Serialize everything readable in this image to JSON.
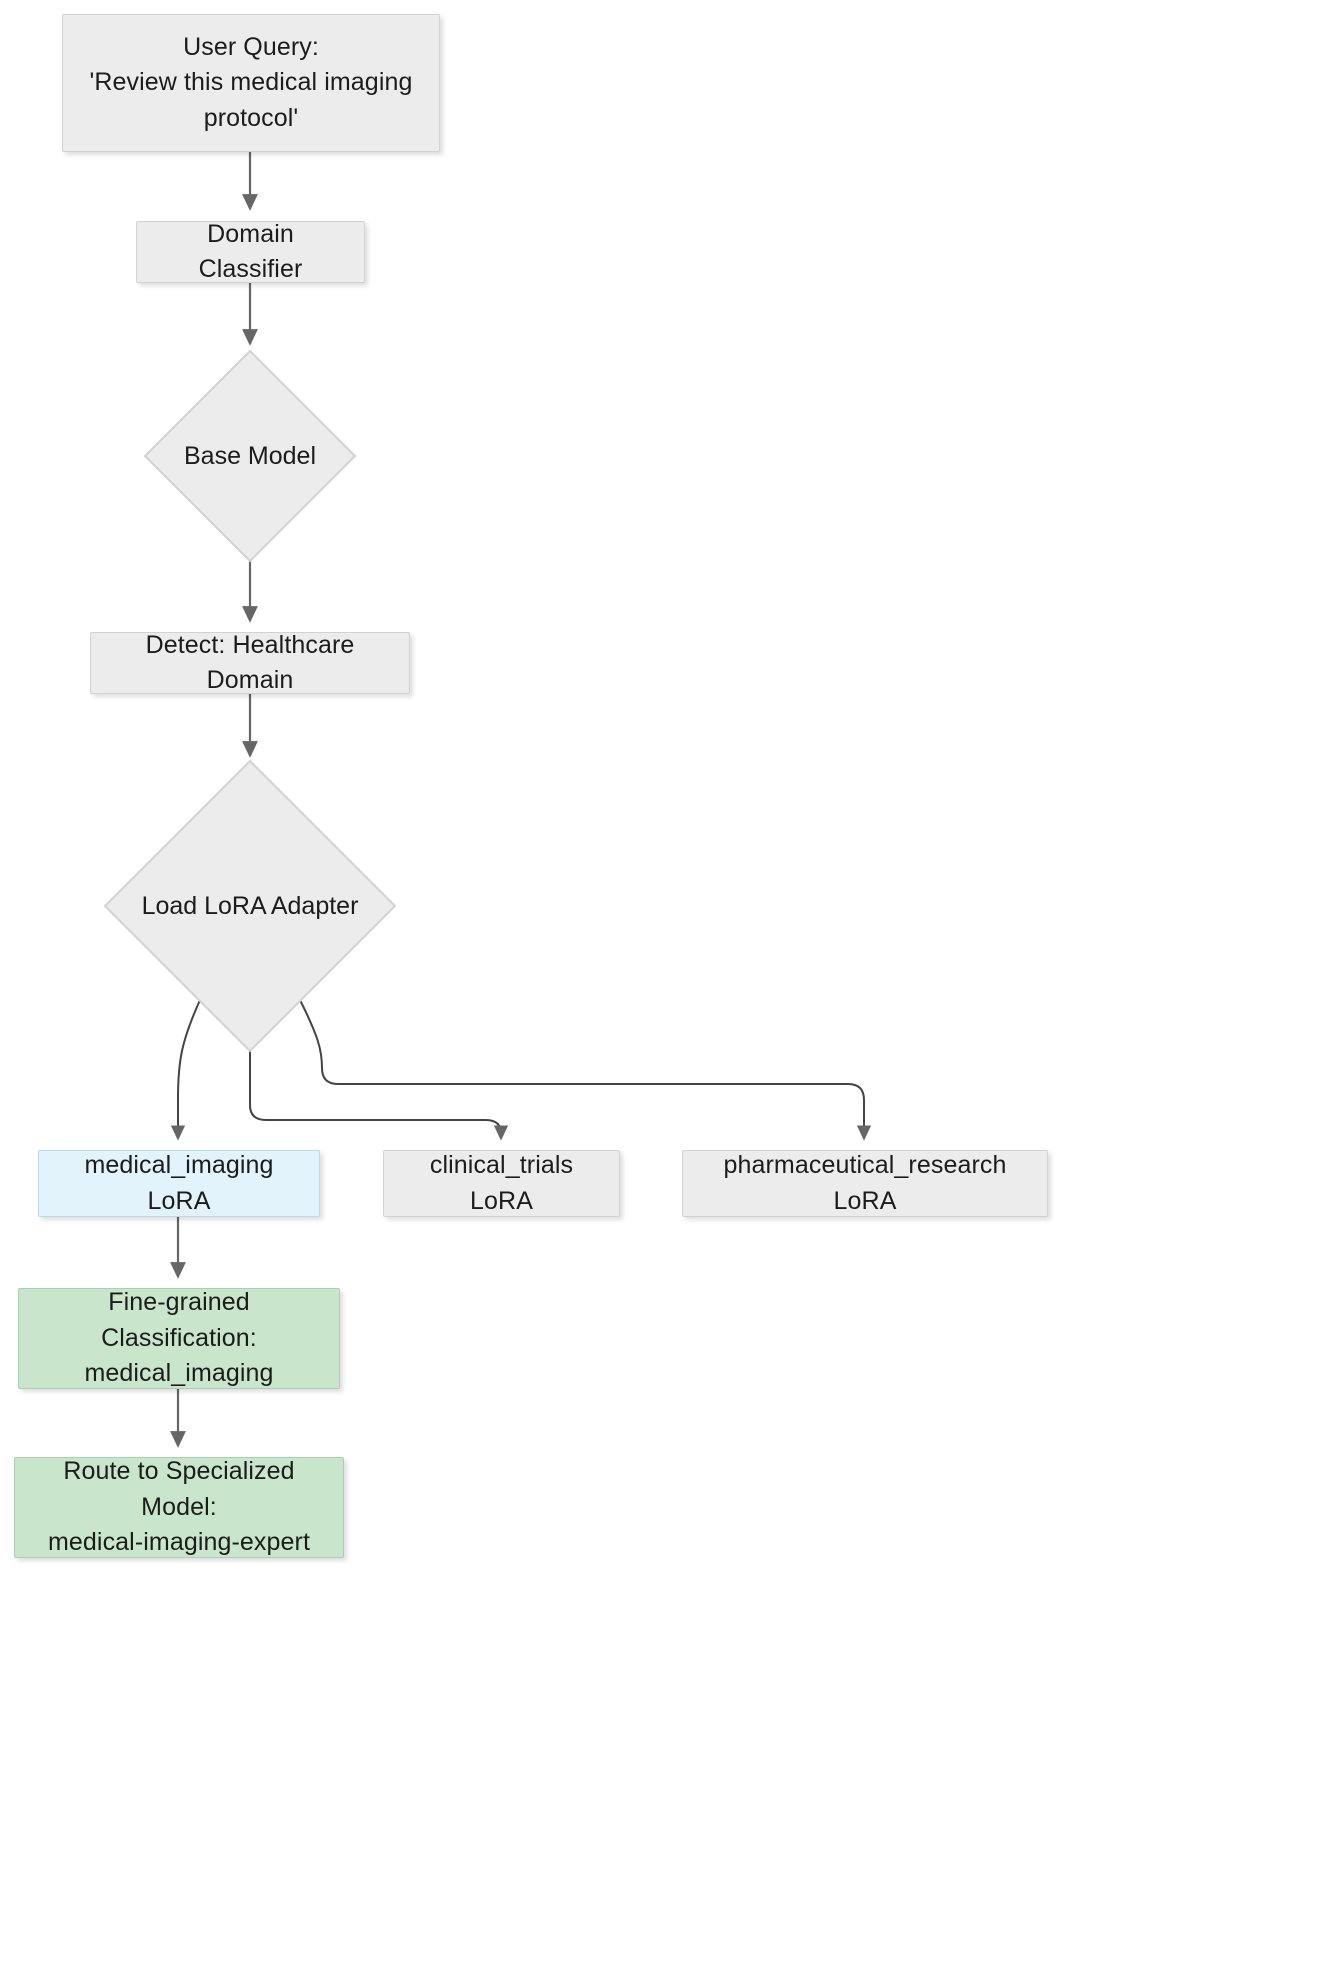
{
  "diagram": {
    "type": "flowchart",
    "direction": "top-to-bottom",
    "background": "#ffffff",
    "palette": {
      "default_fill": "#ececec",
      "default_stroke": "#d2d2d2",
      "highlight_fill": "#e2f3fb",
      "highlight_stroke": "#b9dcea",
      "result_fill": "#c9e6cd",
      "result_stroke": "#adcfb1",
      "edge_color": "#666666",
      "text_color": "#1c1c1c"
    },
    "nodes": {
      "user_query": {
        "shape": "rect",
        "style": "default",
        "line1": "User Query:",
        "line2": "'Review this medical imaging",
        "line3": "protocol'"
      },
      "domain_classifier": {
        "shape": "rect",
        "style": "default",
        "label": "Domain Classifier"
      },
      "base_model": {
        "shape": "diamond",
        "style": "default",
        "label": "Base Model"
      },
      "detect_domain": {
        "shape": "rect",
        "style": "default",
        "label": "Detect: Healthcare Domain"
      },
      "load_lora_adapter": {
        "shape": "diamond",
        "style": "default",
        "label": "Load LoRA Adapter"
      },
      "medical_imaging_lora": {
        "shape": "rect",
        "style": "highlight",
        "label": "medical_imaging LoRA"
      },
      "clinical_trials_lora": {
        "shape": "rect",
        "style": "default",
        "label": "clinical_trials LoRA"
      },
      "pharmaceutical_research_lora": {
        "shape": "rect",
        "style": "default",
        "label": "pharmaceutical_research LoRA"
      },
      "fine_grained_classification": {
        "shape": "rect",
        "style": "result",
        "line1": "Fine-grained Classification:",
        "line2": "medical_imaging"
      },
      "route_to_specialized_model": {
        "shape": "rect",
        "style": "result",
        "line1": "Route to Specialized Model:",
        "line2": "medical-imaging-expert"
      }
    },
    "edges": [
      {
        "from": "user_query",
        "to": "domain_classifier",
        "label": ""
      },
      {
        "from": "domain_classifier",
        "to": "base_model",
        "label": ""
      },
      {
        "from": "base_model",
        "to": "detect_domain",
        "label": ""
      },
      {
        "from": "detect_domain",
        "to": "load_lora_adapter",
        "label": ""
      },
      {
        "from": "load_lora_adapter",
        "to": "medical_imaging_lora",
        "label": ""
      },
      {
        "from": "load_lora_adapter",
        "to": "clinical_trials_lora",
        "label": ""
      },
      {
        "from": "load_lora_adapter",
        "to": "pharmaceutical_research_lora",
        "label": ""
      },
      {
        "from": "medical_imaging_lora",
        "to": "fine_grained_classification",
        "label": ""
      },
      {
        "from": "fine_grained_classification",
        "to": "route_to_specialized_model",
        "label": ""
      }
    ]
  }
}
